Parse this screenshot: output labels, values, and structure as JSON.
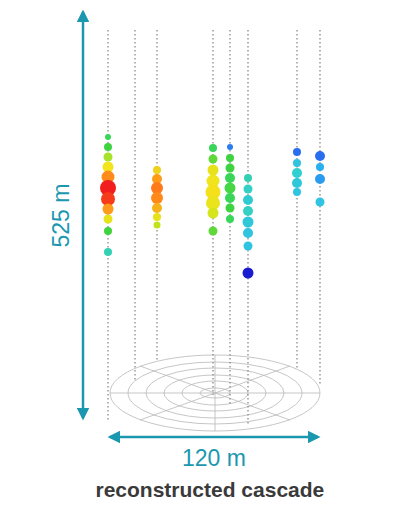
{
  "diagram": {
    "caption": "reconstructed cascade",
    "labels": [
      "525 m",
      "120 m"
    ]
  }
}
